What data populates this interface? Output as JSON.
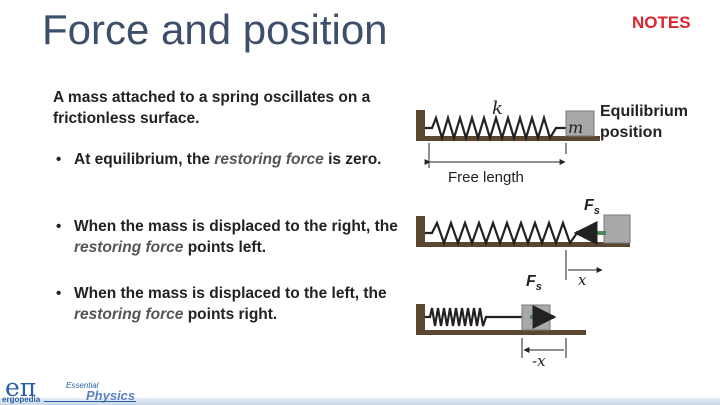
{
  "slide": {
    "title": "Force and position",
    "notes_label": "NOTES",
    "intro": "A mass attached to a spring oscillates on a frictionless surface."
  },
  "bullets": [
    {
      "pre": "At equilibrium, the ",
      "emph": "restoring force",
      "post": " is zero."
    },
    {
      "pre": "When the mass is displaced to the right, the ",
      "emph": "restoring force",
      "post": " points left."
    },
    {
      "pre": "When the mass is displaced to the left, the ",
      "emph": "restoring force",
      "post": " points right."
    }
  ],
  "diagram": {
    "spring_label": "k",
    "mass_label": "m",
    "equilibrium_line1": "Equilibrium",
    "equilibrium_line2": "position",
    "free_length": "Free length",
    "force_label": "F",
    "force_sub": "s",
    "displacement": "x",
    "neg_displacement": "-x",
    "colors": {
      "wall": "#5b4630",
      "block": "#a8a8a8",
      "arrow": "#4a8a5a",
      "ink": "#222222"
    }
  },
  "footer": {
    "logo_symbol": "eπ",
    "logo_brand": "ergopedia",
    "brand_small": "Essential",
    "brand_big": "Physics"
  }
}
